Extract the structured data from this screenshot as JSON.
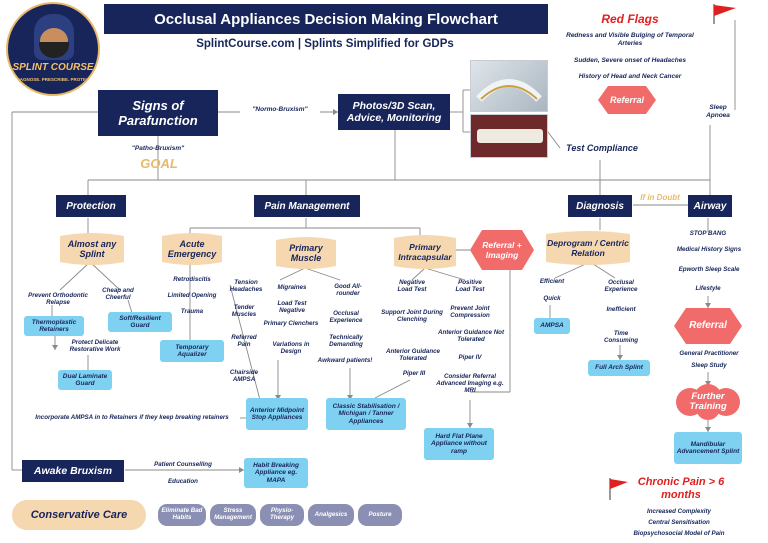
{
  "title": "Occlusal Appliances Decision Making Flowchart",
  "subtitle": "SplintCourse.com  |  Splints Simplified for GDPs",
  "logo": {
    "text": "SPLINT COURSE",
    "tagline": "DIAGNOSE. PRESCRIBE. PROTECT."
  },
  "red_flags": {
    "title": "Red Flags",
    "items": [
      "Redness and Visible Bulging of Temporal Arteries",
      "Sudden, Severe onset of Headaches",
      "History of Head and Neck Cancer"
    ],
    "referral": "Referral"
  },
  "signs": "Signs of Parafunction",
  "normo": "\"Normo-Bruxism\"",
  "photos": "Photos/3D Scan, Advice, Monitoring",
  "test_compliance": "Test Compliance",
  "patho": "\"Patho-Bruxism\"",
  "goal": "GOAL",
  "sleep_apnoea": "Sleep Apnoea",
  "protection": "Protection",
  "pain_management": "Pain Management",
  "diagnosis": "Diagnosis",
  "if_in_doubt": "If in Doubt",
  "airway": "Airway",
  "almost_any": "Almost any Splint",
  "acute": "Acute Emergency",
  "primary_muscle": "Primary Muscle",
  "primary_intracapsular": "Primary Intracapsular",
  "referral_imaging": "Referral + Imaging",
  "deprogram": "Deprogram / Centric Relation",
  "protection_texts": {
    "prevent_ortho": "Prevent Orthodontic Relapse",
    "cheap": "Cheap and Cheerful",
    "protect_delicate": "Protect Delicate Restorative Work"
  },
  "thermoplastic": "Thermoplastic Retainers",
  "soft_guard": "Soft/Resilient Guard",
  "dual_laminate": "Dual Laminate Guard",
  "acute_texts": {
    "retrodiscitis": "Retrodiscitis",
    "limited": "Limited Opening",
    "trauma": "Trauma",
    "tension": "Tension Headaches",
    "tender": "Tender Muscles",
    "referred": "Referred Pain",
    "chairside": "Chairside AMPSA"
  },
  "temporary_aqualizer": "Temporary Aqualizer",
  "muscle_texts": {
    "migraines": "Migraines",
    "load_test_neg": "Load Test Negative",
    "primary_clenchers": "Primary Clenchers",
    "variations": "Variations in Design",
    "good_allrounder": "Good All-rounder",
    "occlusal_exp": "Occlusal Experience",
    "technically": "Technically Demanding",
    "awkward": "Awkward patients!"
  },
  "anterior_midpoint": "Anterior Midpoint Stop Appliances",
  "classic_stab": "Classic Stabilisation / Michigan / Tanner Appliances",
  "intracap_texts": {
    "negative_load": "Negative Load Test",
    "positive_load": "Positive Load Test",
    "support_joint": "Support Joint During Clenching",
    "prevent_compression": "Prevent Joint Compression",
    "ant_guid_tol": "Anterior Guidance Tolerated",
    "ant_guid_not": "Anterior Guidance Not Tolerated",
    "piper3": "Piper III",
    "piper4": "Piper IV",
    "consider_ref": "Consider Referral Advanced Imaging e.g. MRI"
  },
  "hard_flat": "Hard Flat Plane Appliance without ramp",
  "deprog_texts": {
    "efficient": "Efficient",
    "quick": "Quick",
    "occlusal_exp": "Occlusal Experience",
    "inefficient": "Inefficient",
    "time_consuming": "Time Consuming"
  },
  "ampsa": "AMPSA",
  "full_arch": "Full Arch Splint",
  "airway_texts": {
    "stop_bang": "STOP BANG",
    "med_history": "Medical History Signs",
    "epworth": "Epworth Sleep Scale",
    "lifestyle": "Lifestyle",
    "gp": "General Practitioner",
    "sleep_study": "Sleep Study"
  },
  "airway_referral": "Referral",
  "further_training": "Further Training",
  "mandibular": "Mandibular Advancement Splint",
  "incorporate": "Incorporate AMPSA in to Retainers if they keep breaking retainers",
  "awake_bruxism": "Awake Bruxism",
  "patient_counselling": "Patient Counselling",
  "education": "Education",
  "habit_breaking": "Habit Breaking Appliance eg. MAPA",
  "conservative_care": "Conservative Care",
  "conservative_items": [
    "Eliminate Bad Habits",
    "Stress Management",
    "Physio-Therapy",
    "Analgesics",
    "Posture"
  ],
  "chronic_pain": {
    "title": "Chronic Pain > 6 months",
    "items": [
      "Increased Complexity",
      "Central Sensitisation",
      "Biopsychosocial Model of Pain"
    ]
  },
  "colors": {
    "navy": "#17255a",
    "peach": "#f5d7b0",
    "light_blue": "#7fd1f2",
    "referral": "#f26b6b",
    "red": "#e02020",
    "grey_pill": "#8a8fb3"
  }
}
